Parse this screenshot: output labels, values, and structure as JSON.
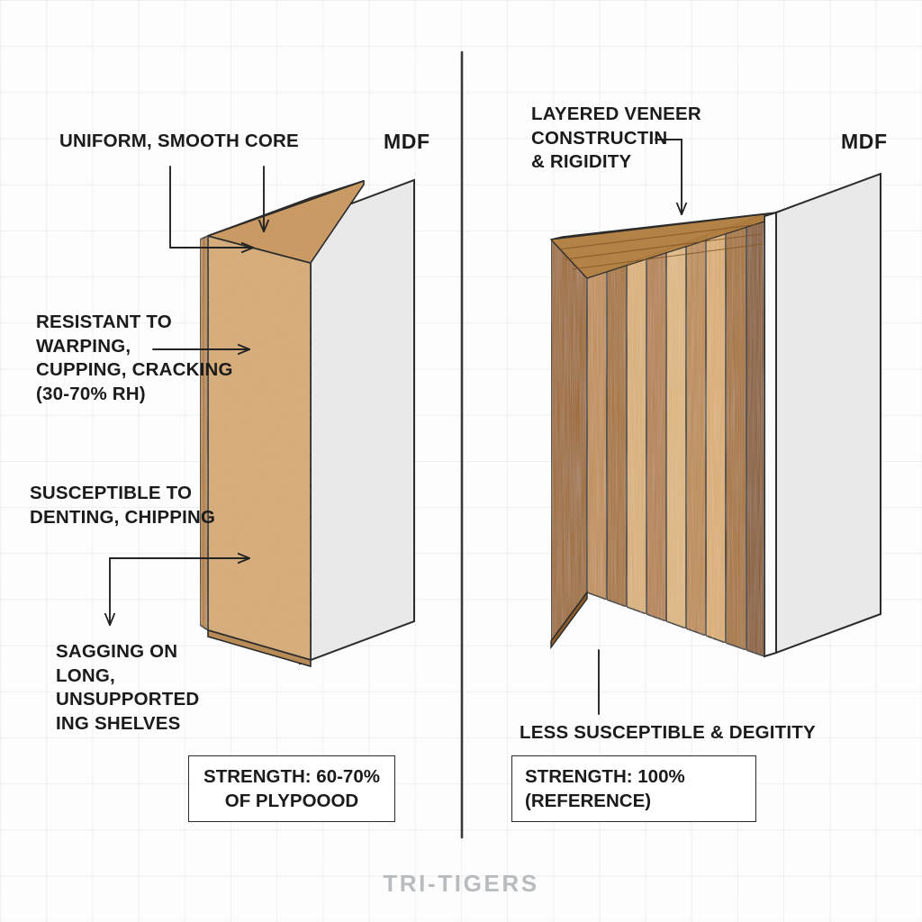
{
  "watermark": {
    "text": "TRI-TIGERS"
  },
  "colors": {
    "background": "#fdfdfd",
    "grid_line": "#8c96a0",
    "ink": "#1b1b1b",
    "divider": "#3a3a3a",
    "mdf_core": "#d9ab72",
    "mdf_core_top": "#c79a66",
    "laminate_white": "#e9e9e9",
    "veneer_dark": "#8a5a28",
    "veneer_mid": "#c08c4e",
    "veneer_light": "#e3b97f",
    "watermark_gray": "#b9bcbf"
  },
  "left_panel": {
    "material_label": "MDF",
    "annotations": [
      {
        "id": "uniform-smooth-core",
        "text": "UNIFORM, SMOOTH CORE"
      },
      {
        "id": "resistant-to-warping",
        "text": "RESISTANT TO\nWARPING,\nCUPPING, CRACKING\n(30-70% RH)"
      },
      {
        "id": "susceptible-to-denting",
        "text": "SUSCEPTIBLE TO\nDENTING, CHIPPING"
      },
      {
        "id": "sagging-shelves",
        "text": "SAGGING ON\nLONG,\nUNSUPPORTED\nING SHELVES"
      }
    ],
    "strength_callout": "STRENGTH: 60-70%\nOF PLYPOOOD"
  },
  "right_panel": {
    "material_label": "MDF",
    "annotations": [
      {
        "id": "layered-veneer",
        "text": "LAYERED VENEER\nCONSTRUCTIN\n& RIGIDITY"
      },
      {
        "id": "less-susceptible",
        "text": "LESS SUSCEPTIBLE & DEGITITY"
      }
    ],
    "strength_callout": "STRENGTH: 100%\n(REFERENCE)"
  }
}
